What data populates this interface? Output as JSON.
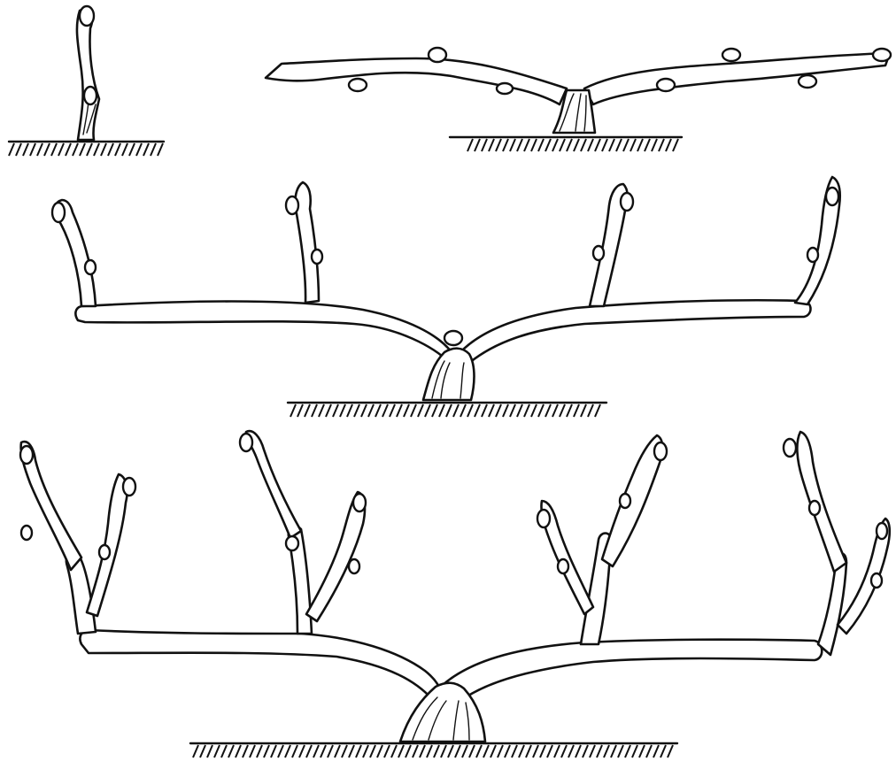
{
  "figure": {
    "stages": [
      {
        "stage": 1,
        "arms": 0,
        "spurs": 0
      },
      {
        "stage": 2,
        "arms": 2,
        "spurs": 0
      },
      {
        "stage": 3,
        "arms": 2,
        "spurs": 4
      },
      {
        "stage": 4,
        "arms": 2,
        "spurs": 8
      }
    ]
  },
  "colors": {
    "ink": "#111111",
    "background": "#ffffff"
  }
}
